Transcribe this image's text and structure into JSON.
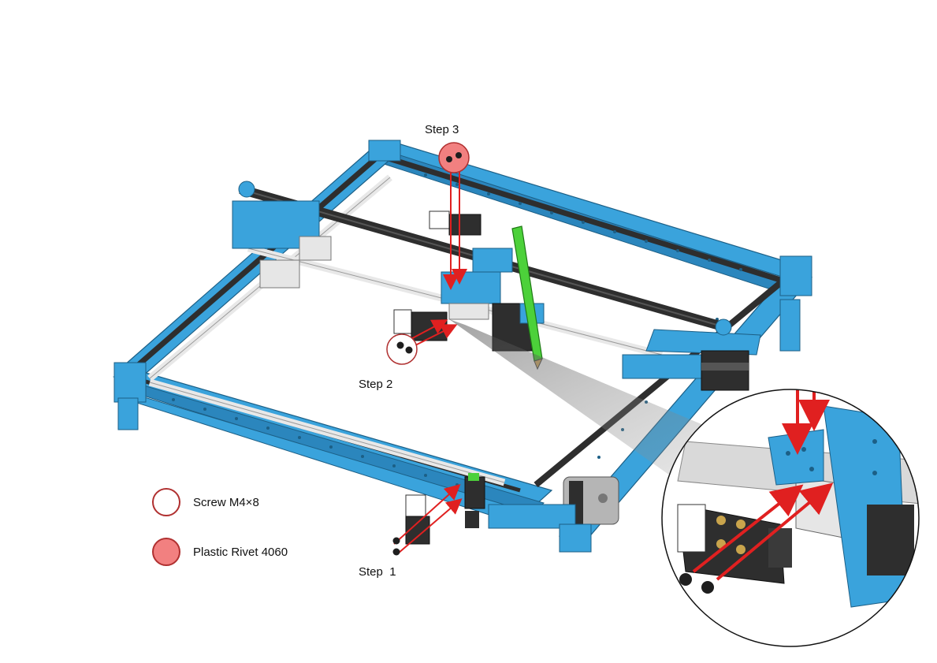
{
  "steps": {
    "step1": "Step  1",
    "step2": "Step 2",
    "step3": "Step 3"
  },
  "legend": [
    {
      "label": "Screw M4×8",
      "marker": "white-circle",
      "color": "#ffffff"
    },
    {
      "label": "Plastic Rivet 4060",
      "marker": "red-circle",
      "color": "#f28080"
    }
  ],
  "colors": {
    "frame_blue": "#3aa3dc",
    "rail_black": "#2e2e2e",
    "rod_white": "#e8e8e8",
    "pen_green": "#4cd13a",
    "arrow_red": "#e02020",
    "marker_red": "#f28080"
  },
  "icons": {
    "screw": "screw-icon",
    "rivet": "rivet-icon",
    "pen": "pen-icon",
    "motor": "stepper-motor-icon"
  }
}
